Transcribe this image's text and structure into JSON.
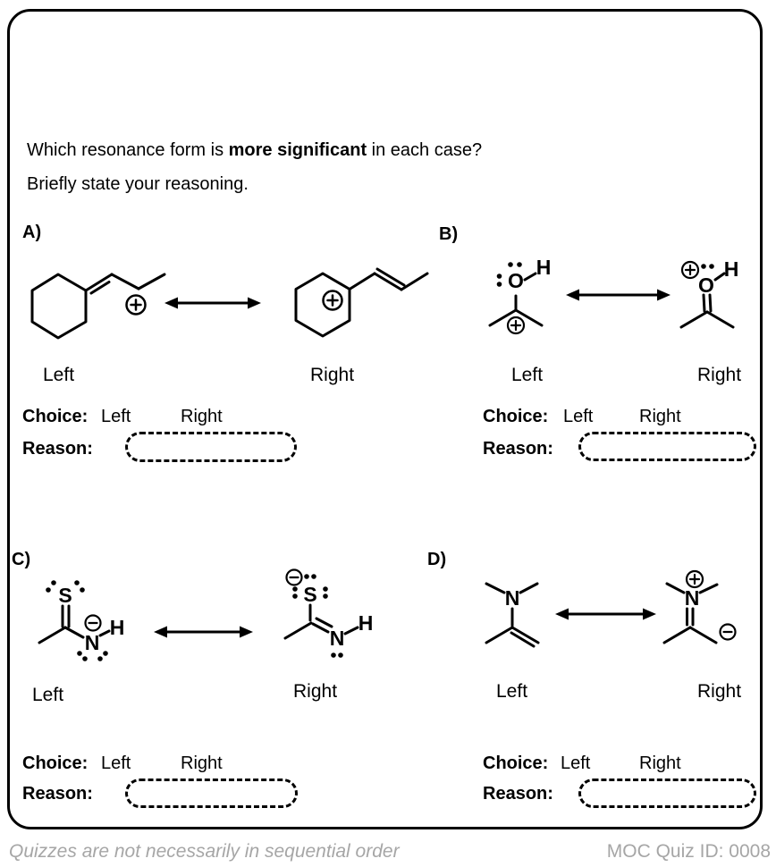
{
  "question": {
    "line1_prefix": "Which resonance form is ",
    "line1_emphasis": "more significant",
    "line1_suffix": " in each case?",
    "line2": "Briefly state your reasoning."
  },
  "atoms": {
    "oxygen": "O",
    "hydrogen": "H",
    "sulfur": "S",
    "nitrogen": "N"
  },
  "sections": [
    {
      "label": "A)",
      "structures": {
        "left_caption": "Left",
        "right_caption": "Right"
      },
      "choice": {
        "label": "Choice:",
        "options": [
          "Left",
          "Right"
        ]
      },
      "reason": {
        "label": "Reason:"
      }
    },
    {
      "label": "B)",
      "structures": {
        "left_caption": "Left",
        "right_caption": "Right"
      },
      "choice": {
        "label": "Choice:",
        "options": [
          "Left",
          "Right"
        ]
      },
      "reason": {
        "label": "Reason:"
      }
    },
    {
      "label": "C)",
      "structures": {
        "left_caption": "Left",
        "right_caption": "Right"
      },
      "choice": {
        "label": "Choice:",
        "options": [
          "Left",
          "Right"
        ]
      },
      "reason": {
        "label": "Reason:"
      }
    },
    {
      "label": "D)",
      "structures": {
        "left_caption": "Left",
        "right_caption": "Right"
      },
      "choice": {
        "label": "Choice:",
        "options": [
          "Left",
          "Right"
        ]
      },
      "reason": {
        "label": "Reason:"
      }
    }
  ],
  "footer": {
    "note": "Quizzes are not necessarily in sequential order",
    "quiz_id": "MOC Quiz ID: 0008"
  },
  "colors": {
    "ink": "#000000",
    "footer_gray": "#a6a6a6",
    "background": "#ffffff"
  }
}
